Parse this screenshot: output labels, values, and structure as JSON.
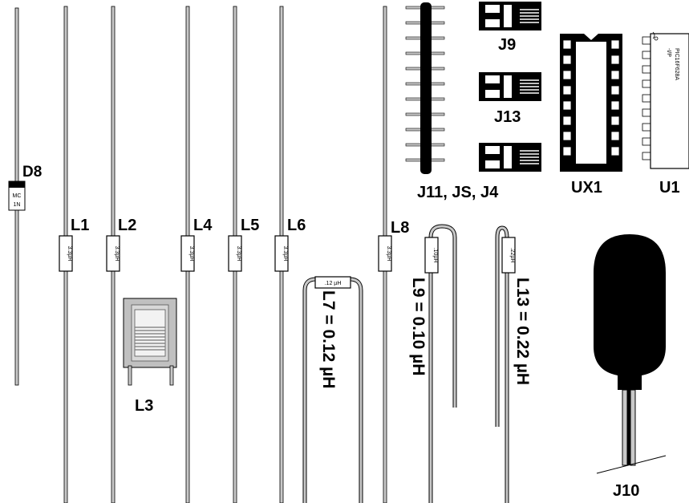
{
  "colors": {
    "background": "#ffffff",
    "lead": "#c8c8c8",
    "outline": "#000000",
    "body": "#ffffff",
    "coil": "#c0c0c0"
  },
  "labels": {
    "d8": "D8",
    "l1": "L1",
    "l2": "L2",
    "l3": "L3",
    "l4": "L4",
    "l5": "L5",
    "l6": "L6",
    "l7": "L7 = 0.12 µH",
    "l8": "L8",
    "l9": "L9 = 0.10 µH",
    "l13": "L13 = 0.22 µH",
    "j9": "J9",
    "j13": "J13",
    "j11": "J11, JS, J4",
    "ux1": "UX1",
    "u1": "U1",
    "j10": "J10"
  },
  "markings": {
    "d8_top": "MC",
    "d8_bottom": "1N",
    "l1": "3.3µH",
    "l2": "3.3µH",
    "l4": "3.3µH",
    "l5": "3.3µH",
    "l6": "3.3µH",
    "l8": "3.3µH",
    "l7": ".12 µH",
    "l9": ".10µH",
    "l13": ".22µH",
    "u1_line1": "PIC16F628A",
    "u1_line2": "-I/P"
  }
}
